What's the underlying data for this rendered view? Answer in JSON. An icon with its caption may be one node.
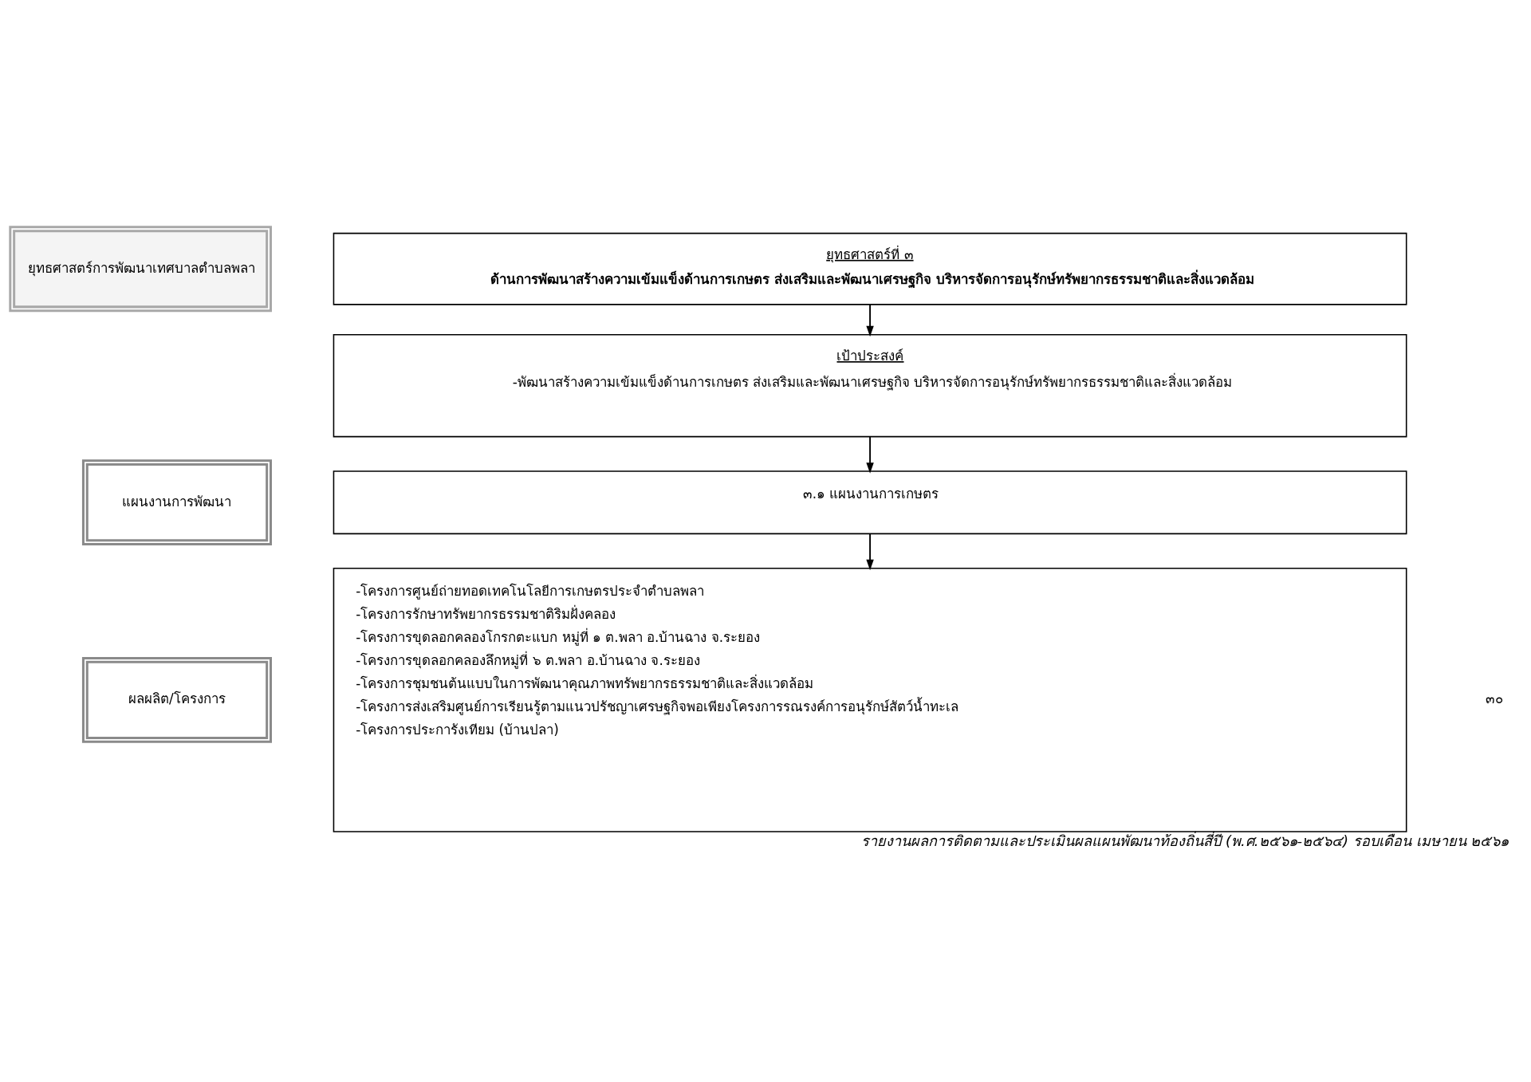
{
  "diagram": {
    "caption": "รายงานผลการติดตามและประเมินผลแผนพัฒนาท้องถิ่นสี่ปี (พ.ศ.๒๕๖๑-๒๕๖๔) รอบเดือน เมษายน ๒๕๖๑",
    "nodes": [
      {
        "text": [
          "ยุทธศาสตร์การพัฒนาเทศบาลตำบลพลา"
        ]
      },
      {
        "text": [
          "ยุทธศาสตร์ที่ ๓",
          "ด้านการพัฒนาสร้างความเข้มแข็งด้านการเกษตร ส่งเสริมและพัฒนาเศรษฐกิจ บริหารจัดการอนุรักษ์ทรัพยากรธรรมชาติและสิ่งแวดล้อม"
        ]
      },
      {
        "text": [
          "เป้าประสงค์",
          "-พัฒนาสร้างความเข้มแข็งด้านการเกษตร ส่งเสริมและพัฒนาเศรษฐกิจ บริหารจัดการอนุรักษ์ทรัพยากรธรรมชาติและสิ่งแวดล้อม"
        ]
      },
      {
        "text": [
          "แผนงานการพัฒนา"
        ]
      },
      {
        "text": [
          "๓.๑ แผนงานการเกษตร"
        ]
      },
      {
        "text": [
          "ผลผลิต/โครงการ"
        ]
      },
      {
        "text": [
          "-โครงการศูนย์ถ่ายทอดเทคโนโลยีการเกษตรประจำตำบลพลา",
          "-โครงการรักษาทรัพยากรธรรมชาติริมฝั่งคลอง",
          "-โครงการขุดลอกคลองโกรกตะแบก หมู่ที่ ๑ ต.พลา อ.บ้านฉาง จ.ระยอง",
          "-โครงการขุดลอกคลองลึกหมู่ที่ ๖ ต.พลา อ.บ้านฉาง จ.ระยอง",
          "-โครงการชุมชนต้นแบบในการพัฒนาคุณภาพทรัพยากรธรรมชาติและสิ่งแวดล้อม",
          "-โครงการส่งเสริมศูนย์การเรียนรู้ตามแนวปรัชญาเศรษฐกิจพอเพียงโครงการรณรงค์การอนุรักษ์สัตว์น้ำทะเล",
          "-โครงการประการังเทียม (บ้านปลา)"
        ]
      }
    ],
    "edges": [
      {
        "from": 1,
        "to": 2,
        "arrow": "to"
      },
      {
        "from": 2,
        "to": 4,
        "arrow": "to"
      },
      {
        "from": 4,
        "to": 6,
        "arrow": "to"
      }
    ],
    "labels": [
      "๓๐"
    ]
  }
}
